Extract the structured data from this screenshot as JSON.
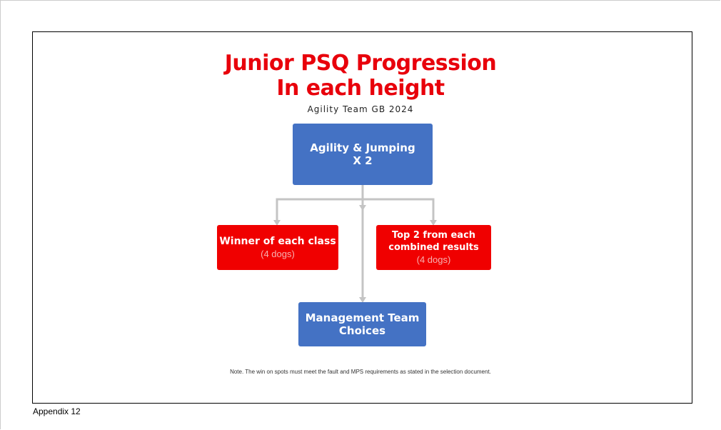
{
  "title_line1": "Junior PSQ Progression",
  "title_line2": "In each height",
  "subtitle": "Agility Team GB 2024",
  "top_box": {
    "line1": "Agility & Jumping",
    "line2": "X 2"
  },
  "left_box": {
    "title": "Winner of each class",
    "count": "(4 dogs)"
  },
  "right_box": {
    "line1": "Top 2 from each",
    "line2": "combined results",
    "count": "(4 dogs)"
  },
  "bottom_box": {
    "line1": "Management Team",
    "line2": "Choices"
  },
  "note": "Note.  The win on spots must meet the fault and MPS requirements as stated in the selection document.",
  "footer": "Appendix 12",
  "colors": {
    "red": "#e8000b",
    "blue": "#4472c4",
    "box_red": "#f00000"
  }
}
